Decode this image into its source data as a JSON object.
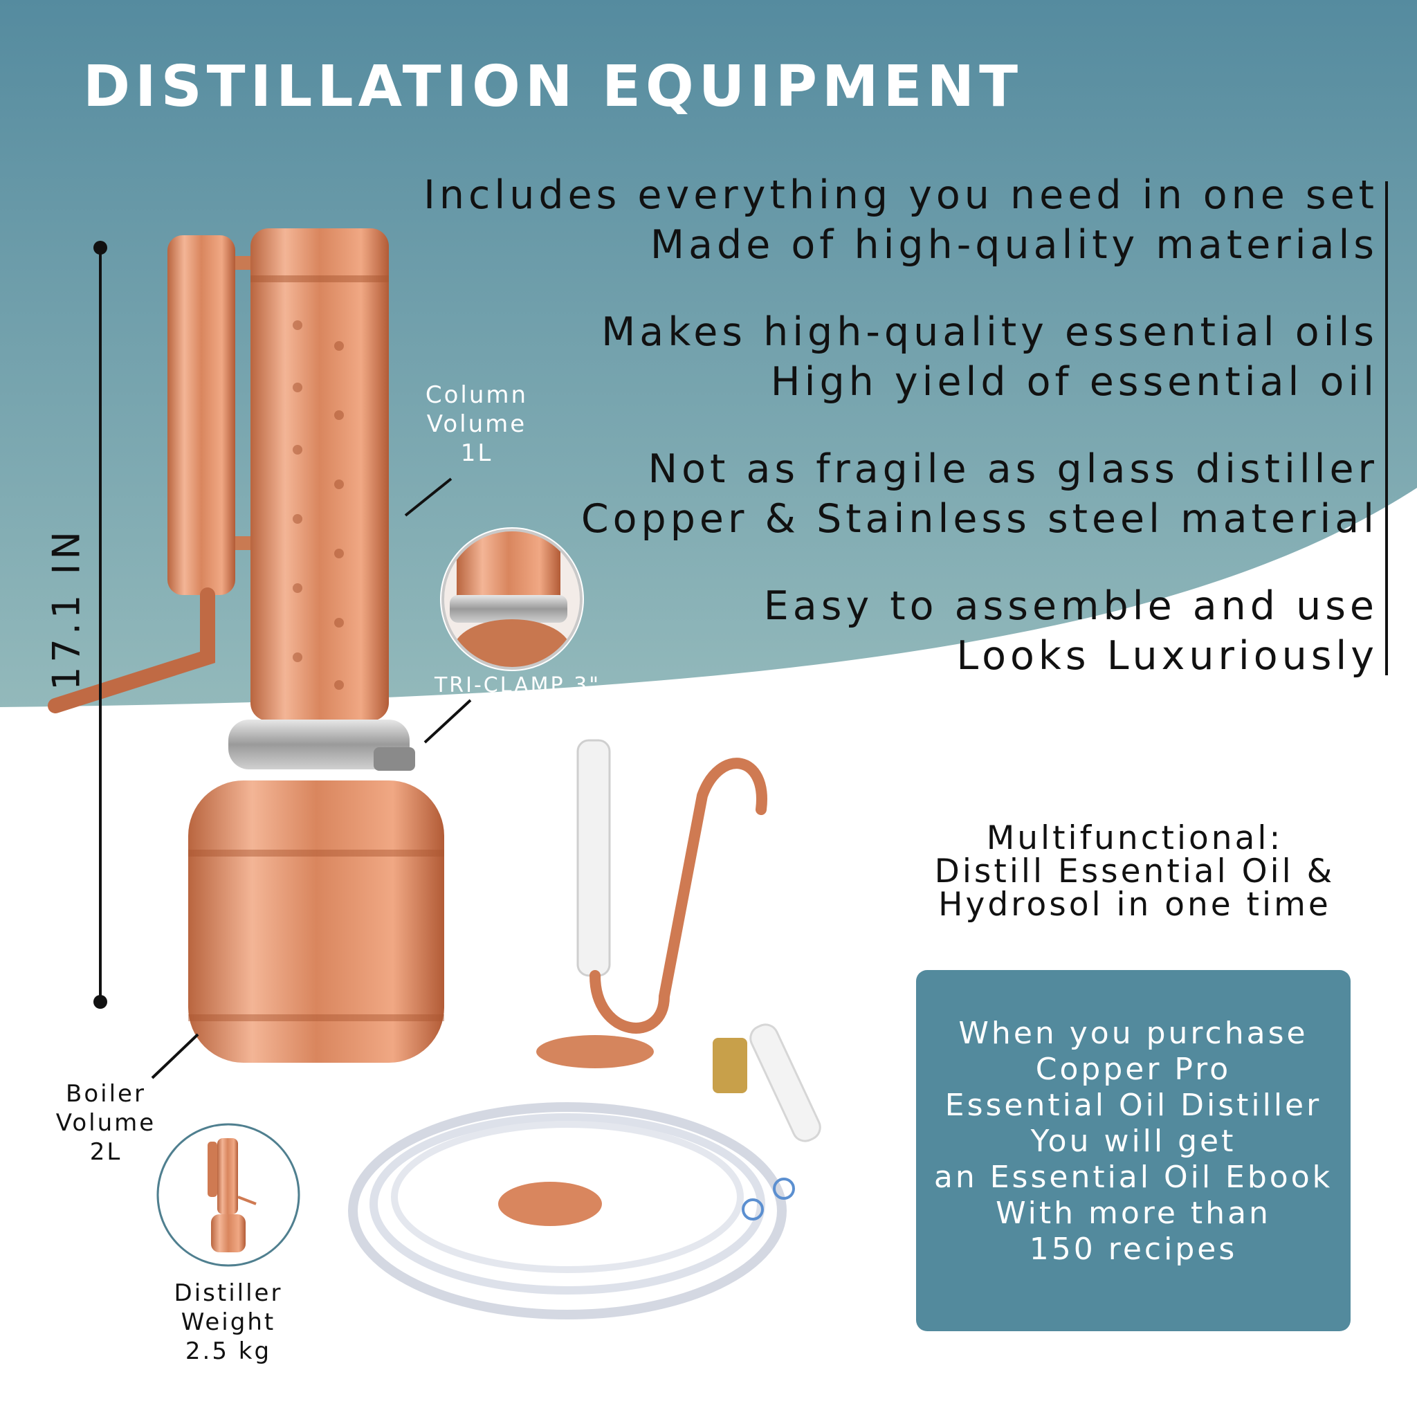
{
  "title": "DISTILLATION EQUIPMENT",
  "features": [
    "Includes everything you need in one set",
    "Made of high-quality materials",
    "Makes high-quality essential oils",
    "High yield of essential oil",
    "Not as fragile as glass distiller",
    "Copper & Stainless steel material",
    "Easy to assemble and use",
    "Looks Luxuriously"
  ],
  "height_label": "17.1 IN",
  "column_volume": [
    "Column",
    "Volume",
    "1L"
  ],
  "clamp_label": "TRI-CLAMP 3\"",
  "boiler_volume": [
    "Boiler",
    "Volume",
    "2L"
  ],
  "weight_label": [
    "Distiller",
    "Weight",
    "2.5 kg"
  ],
  "multifunctional": [
    "Multifunctional:",
    "Distill Essential Oil &",
    "Hydrosol in one time"
  ],
  "promo": [
    "When you purchase",
    "Copper Pro",
    "Essential Oil Distiller",
    "You will get",
    "an Essential Oil Ebook",
    "With more than",
    "150 recipes"
  ],
  "colors": {
    "teal_top": "#558b9f",
    "teal_bottom": "#8fb7b9",
    "copper": "#d9865e",
    "promo_box": "#538a9d",
    "text_dark": "#111111"
  }
}
